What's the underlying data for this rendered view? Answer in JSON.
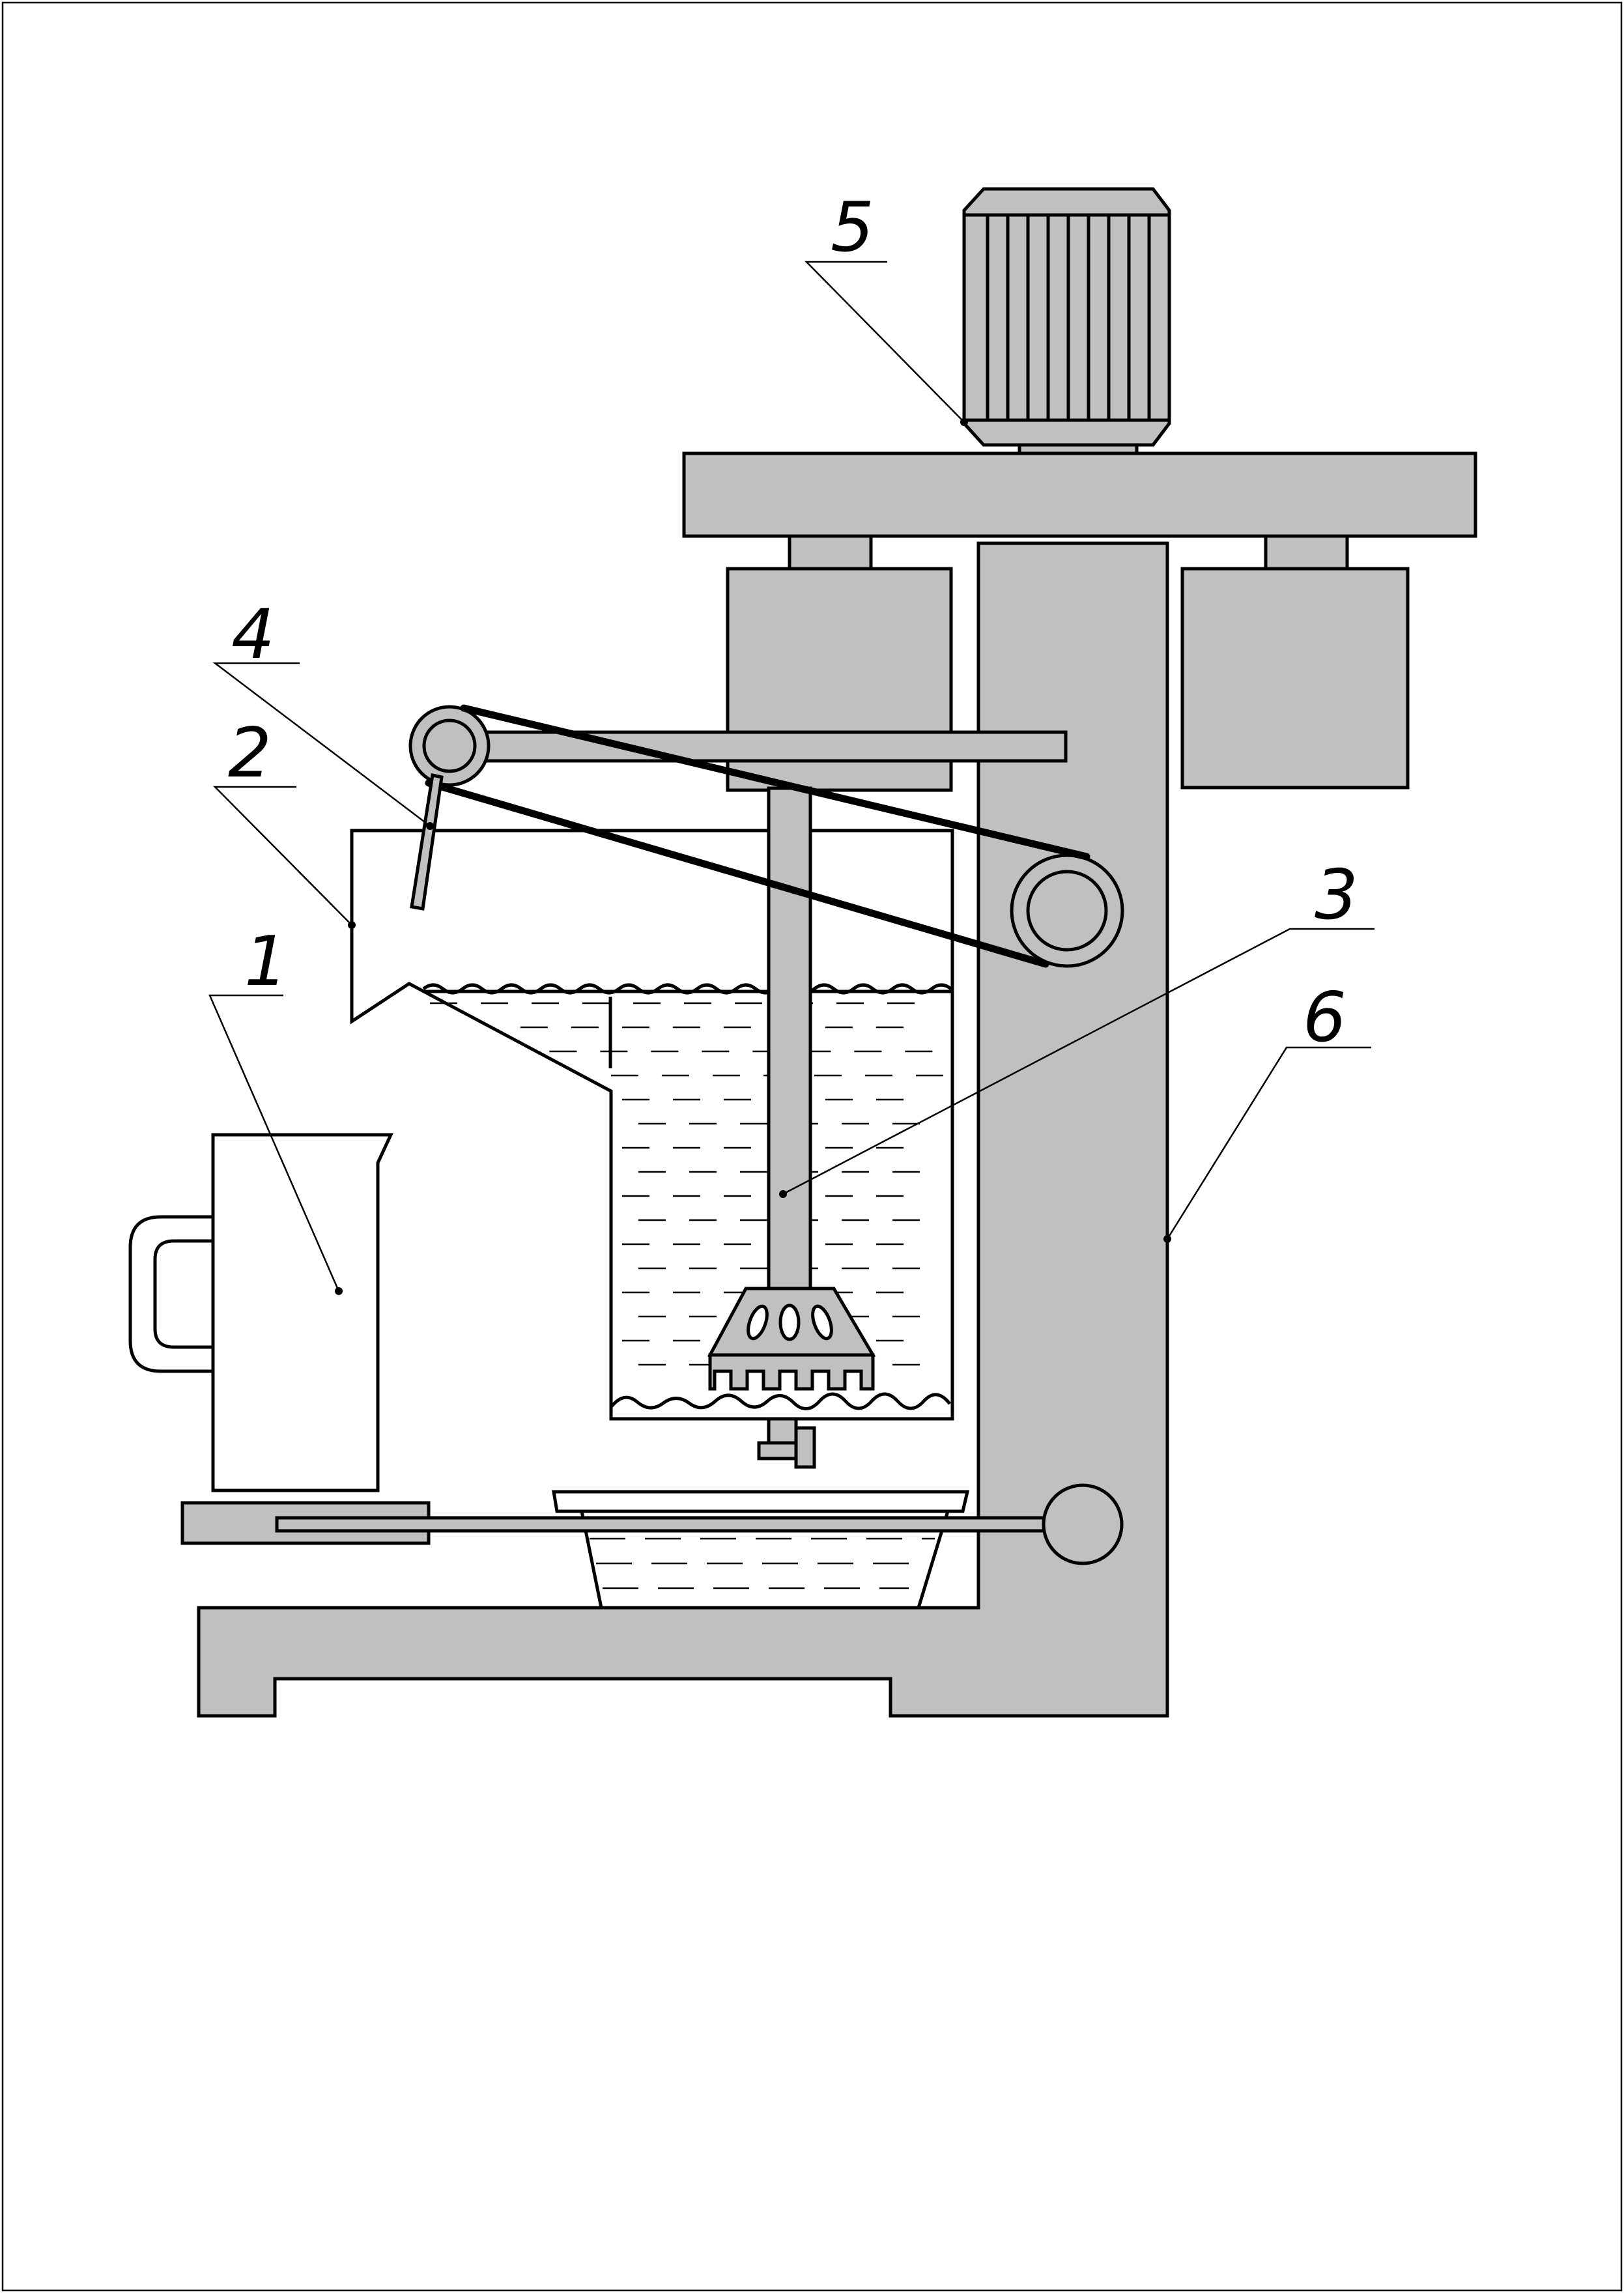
{
  "colors": {
    "part_fill": "#c0c0c0",
    "ink": "#000000",
    "background": "#ffffff"
  },
  "callouts": [
    {
      "id": "1",
      "label": "1"
    },
    {
      "id": "2",
      "label": "2"
    },
    {
      "id": "3",
      "label": "3"
    },
    {
      "id": "4",
      "label": "4"
    },
    {
      "id": "5",
      "label": "5"
    },
    {
      "id": "6",
      "label": "6"
    }
  ]
}
